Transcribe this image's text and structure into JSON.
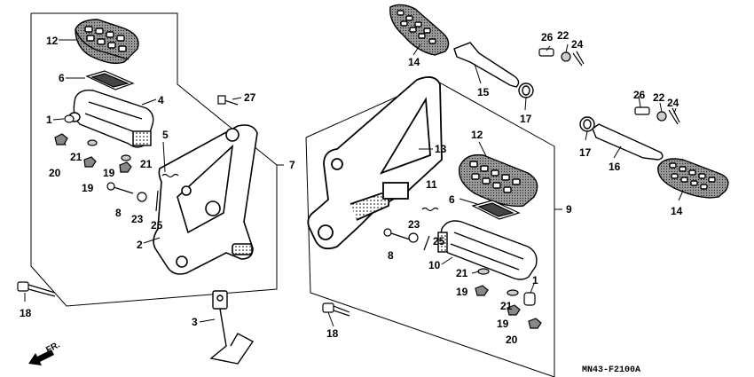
{
  "diagram_code": "MN43-F2100A",
  "direction_label": "FR.",
  "callouts": [
    {
      "id": "c12a",
      "text": "12"
    },
    {
      "id": "c6a",
      "text": "6"
    },
    {
      "id": "c4",
      "text": "4"
    },
    {
      "id": "c1a",
      "text": "1"
    },
    {
      "id": "c27",
      "text": "27"
    },
    {
      "id": "c5",
      "text": "5"
    },
    {
      "id": "c20a",
      "text": "20"
    },
    {
      "id": "c21a",
      "text": "21"
    },
    {
      "id": "c21b",
      "text": "21"
    },
    {
      "id": "c19a",
      "text": "19"
    },
    {
      "id": "c19b",
      "text": "19"
    },
    {
      "id": "c7",
      "text": "7"
    },
    {
      "id": "c8a",
      "text": "8"
    },
    {
      "id": "c23a",
      "text": "23"
    },
    {
      "id": "c25a",
      "text": "25"
    },
    {
      "id": "c2",
      "text": "2"
    },
    {
      "id": "c18a",
      "text": "18"
    },
    {
      "id": "c3",
      "text": "3"
    },
    {
      "id": "c14a",
      "text": "14"
    },
    {
      "id": "c15",
      "text": "15"
    },
    {
      "id": "c26a",
      "text": "26"
    },
    {
      "id": "c22a",
      "text": "22"
    },
    {
      "id": "c24a",
      "text": "24"
    },
    {
      "id": "c17a",
      "text": "17"
    },
    {
      "id": "c13",
      "text": "13"
    },
    {
      "id": "c12b",
      "text": "12"
    },
    {
      "id": "c26b",
      "text": "26"
    },
    {
      "id": "c22b",
      "text": "22"
    },
    {
      "id": "c24b",
      "text": "24"
    },
    {
      "id": "c17b",
      "text": "17"
    },
    {
      "id": "c16",
      "text": "16"
    },
    {
      "id": "c14b",
      "text": "14"
    },
    {
      "id": "c11",
      "text": "11"
    },
    {
      "id": "c6b",
      "text": "6"
    },
    {
      "id": "c9",
      "text": "9"
    },
    {
      "id": "c23b",
      "text": "23"
    },
    {
      "id": "c25b",
      "text": "25"
    },
    {
      "id": "c8b",
      "text": "8"
    },
    {
      "id": "c10",
      "text": "10"
    },
    {
      "id": "c21c",
      "text": "21"
    },
    {
      "id": "c1b",
      "text": "1"
    },
    {
      "id": "c19c",
      "text": "19"
    },
    {
      "id": "c21d",
      "text": "21"
    },
    {
      "id": "c19d",
      "text": "19"
    },
    {
      "id": "c18b",
      "text": "18"
    },
    {
      "id": "c20b",
      "text": "20"
    }
  ]
}
